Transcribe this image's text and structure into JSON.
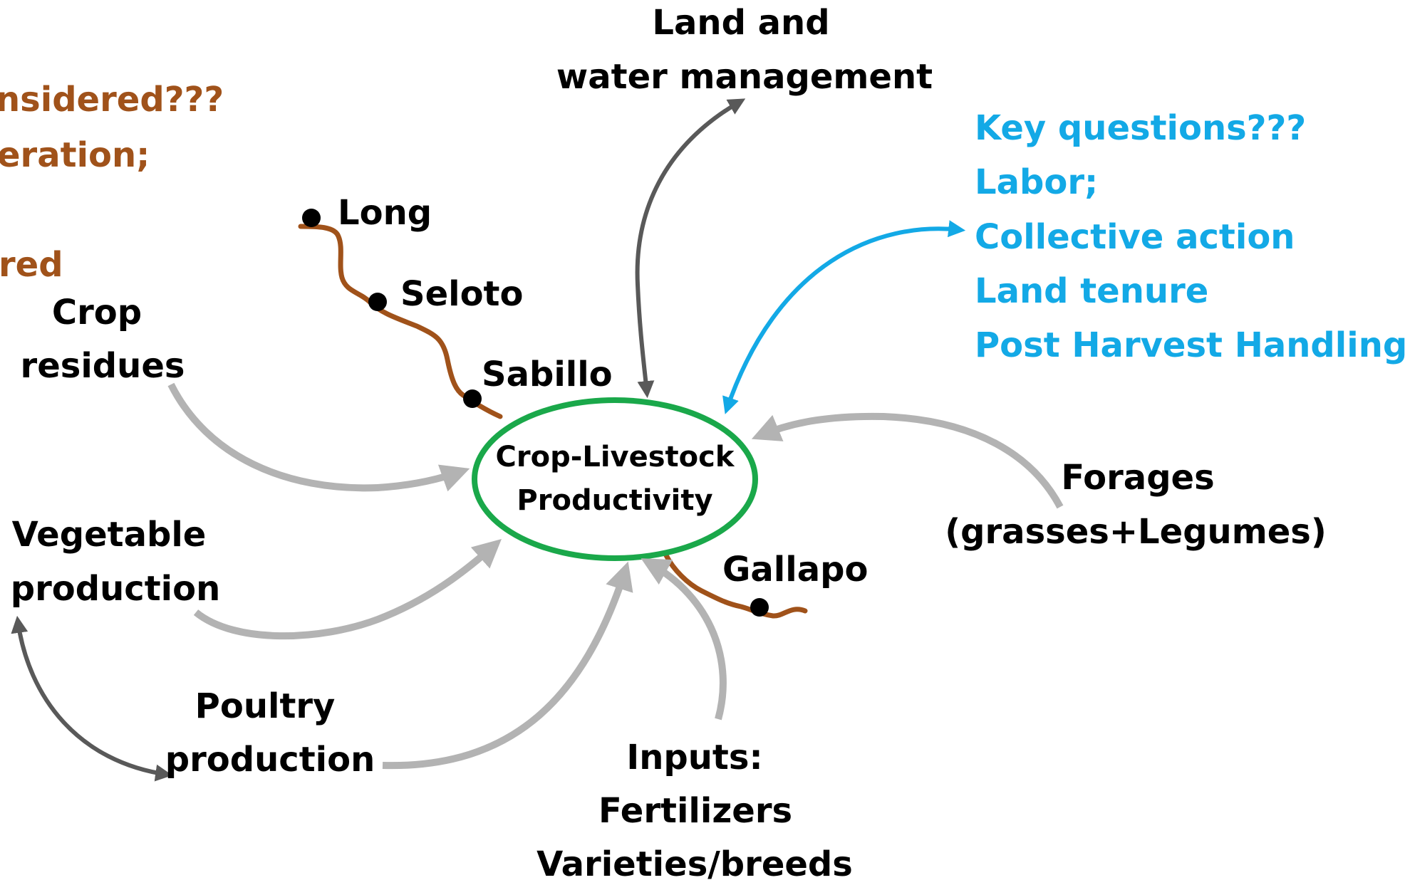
{
  "colors": {
    "gray_arrow": "#b3b3b3",
    "dark_arrow": "#595959",
    "blue": "#13a9e6",
    "brown": "#a0521a",
    "green": "#1aa84a",
    "text": "#000000"
  },
  "top_left": {
    "line1": "nsidered???",
    "line2": "eration;",
    "line3": "red"
  },
  "land_water": {
    "line1": "Land and",
    "line2": "water management"
  },
  "key_questions": {
    "title": "Key questions???",
    "items": [
      "Labor;",
      "Collective action",
      "Land tenure",
      "Post Harvest Handling"
    ]
  },
  "center": {
    "line1": "Crop-Livestock",
    "line2": "Productivity"
  },
  "places": {
    "long": "Long",
    "seloto": "Seloto",
    "sabillo": "Sabillo",
    "gallapo": "Gallapo"
  },
  "crop_residues": {
    "line1": "Crop",
    "line2": "residues"
  },
  "vegetable": {
    "line1": "Vegetable",
    "line2": "production"
  },
  "poultry": {
    "line1": "Poultry",
    "line2": "production"
  },
  "inputs": {
    "line1": "Inputs:",
    "line2": "Fertilizers",
    "line3": "Varieties/breeds"
  },
  "forages": {
    "line1": "Forages",
    "line2": "(grasses+Legumes)"
  }
}
